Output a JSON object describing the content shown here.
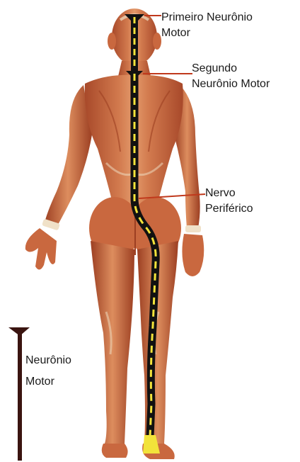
{
  "labels": {
    "primeiro_neuronio_motor": [
      "Primeiro Neurônio",
      "Motor"
    ],
    "segundo_neuronio_motor": [
      "Segundo",
      "Neurônio Motor"
    ],
    "nervo_periferico": [
      "Nervo",
      "Periférico"
    ],
    "neuronio_motor_legend": [
      "Neurônio",
      "Motor"
    ]
  },
  "colors": {
    "neuron_path": "#111111",
    "neuron_dash": "#f2e33a",
    "leader_line": "#c0391c",
    "legend_bar": "#3a1410",
    "muscle_base": "#c9683f",
    "muscle_dark": "#9c3f22",
    "muscle_light": "#e9a77a",
    "tendon": "#f0e1c8"
  },
  "icons": {
    "figure": "human-muscular-back-view-icon",
    "legend": "neuron-legend-bar-icon"
  }
}
